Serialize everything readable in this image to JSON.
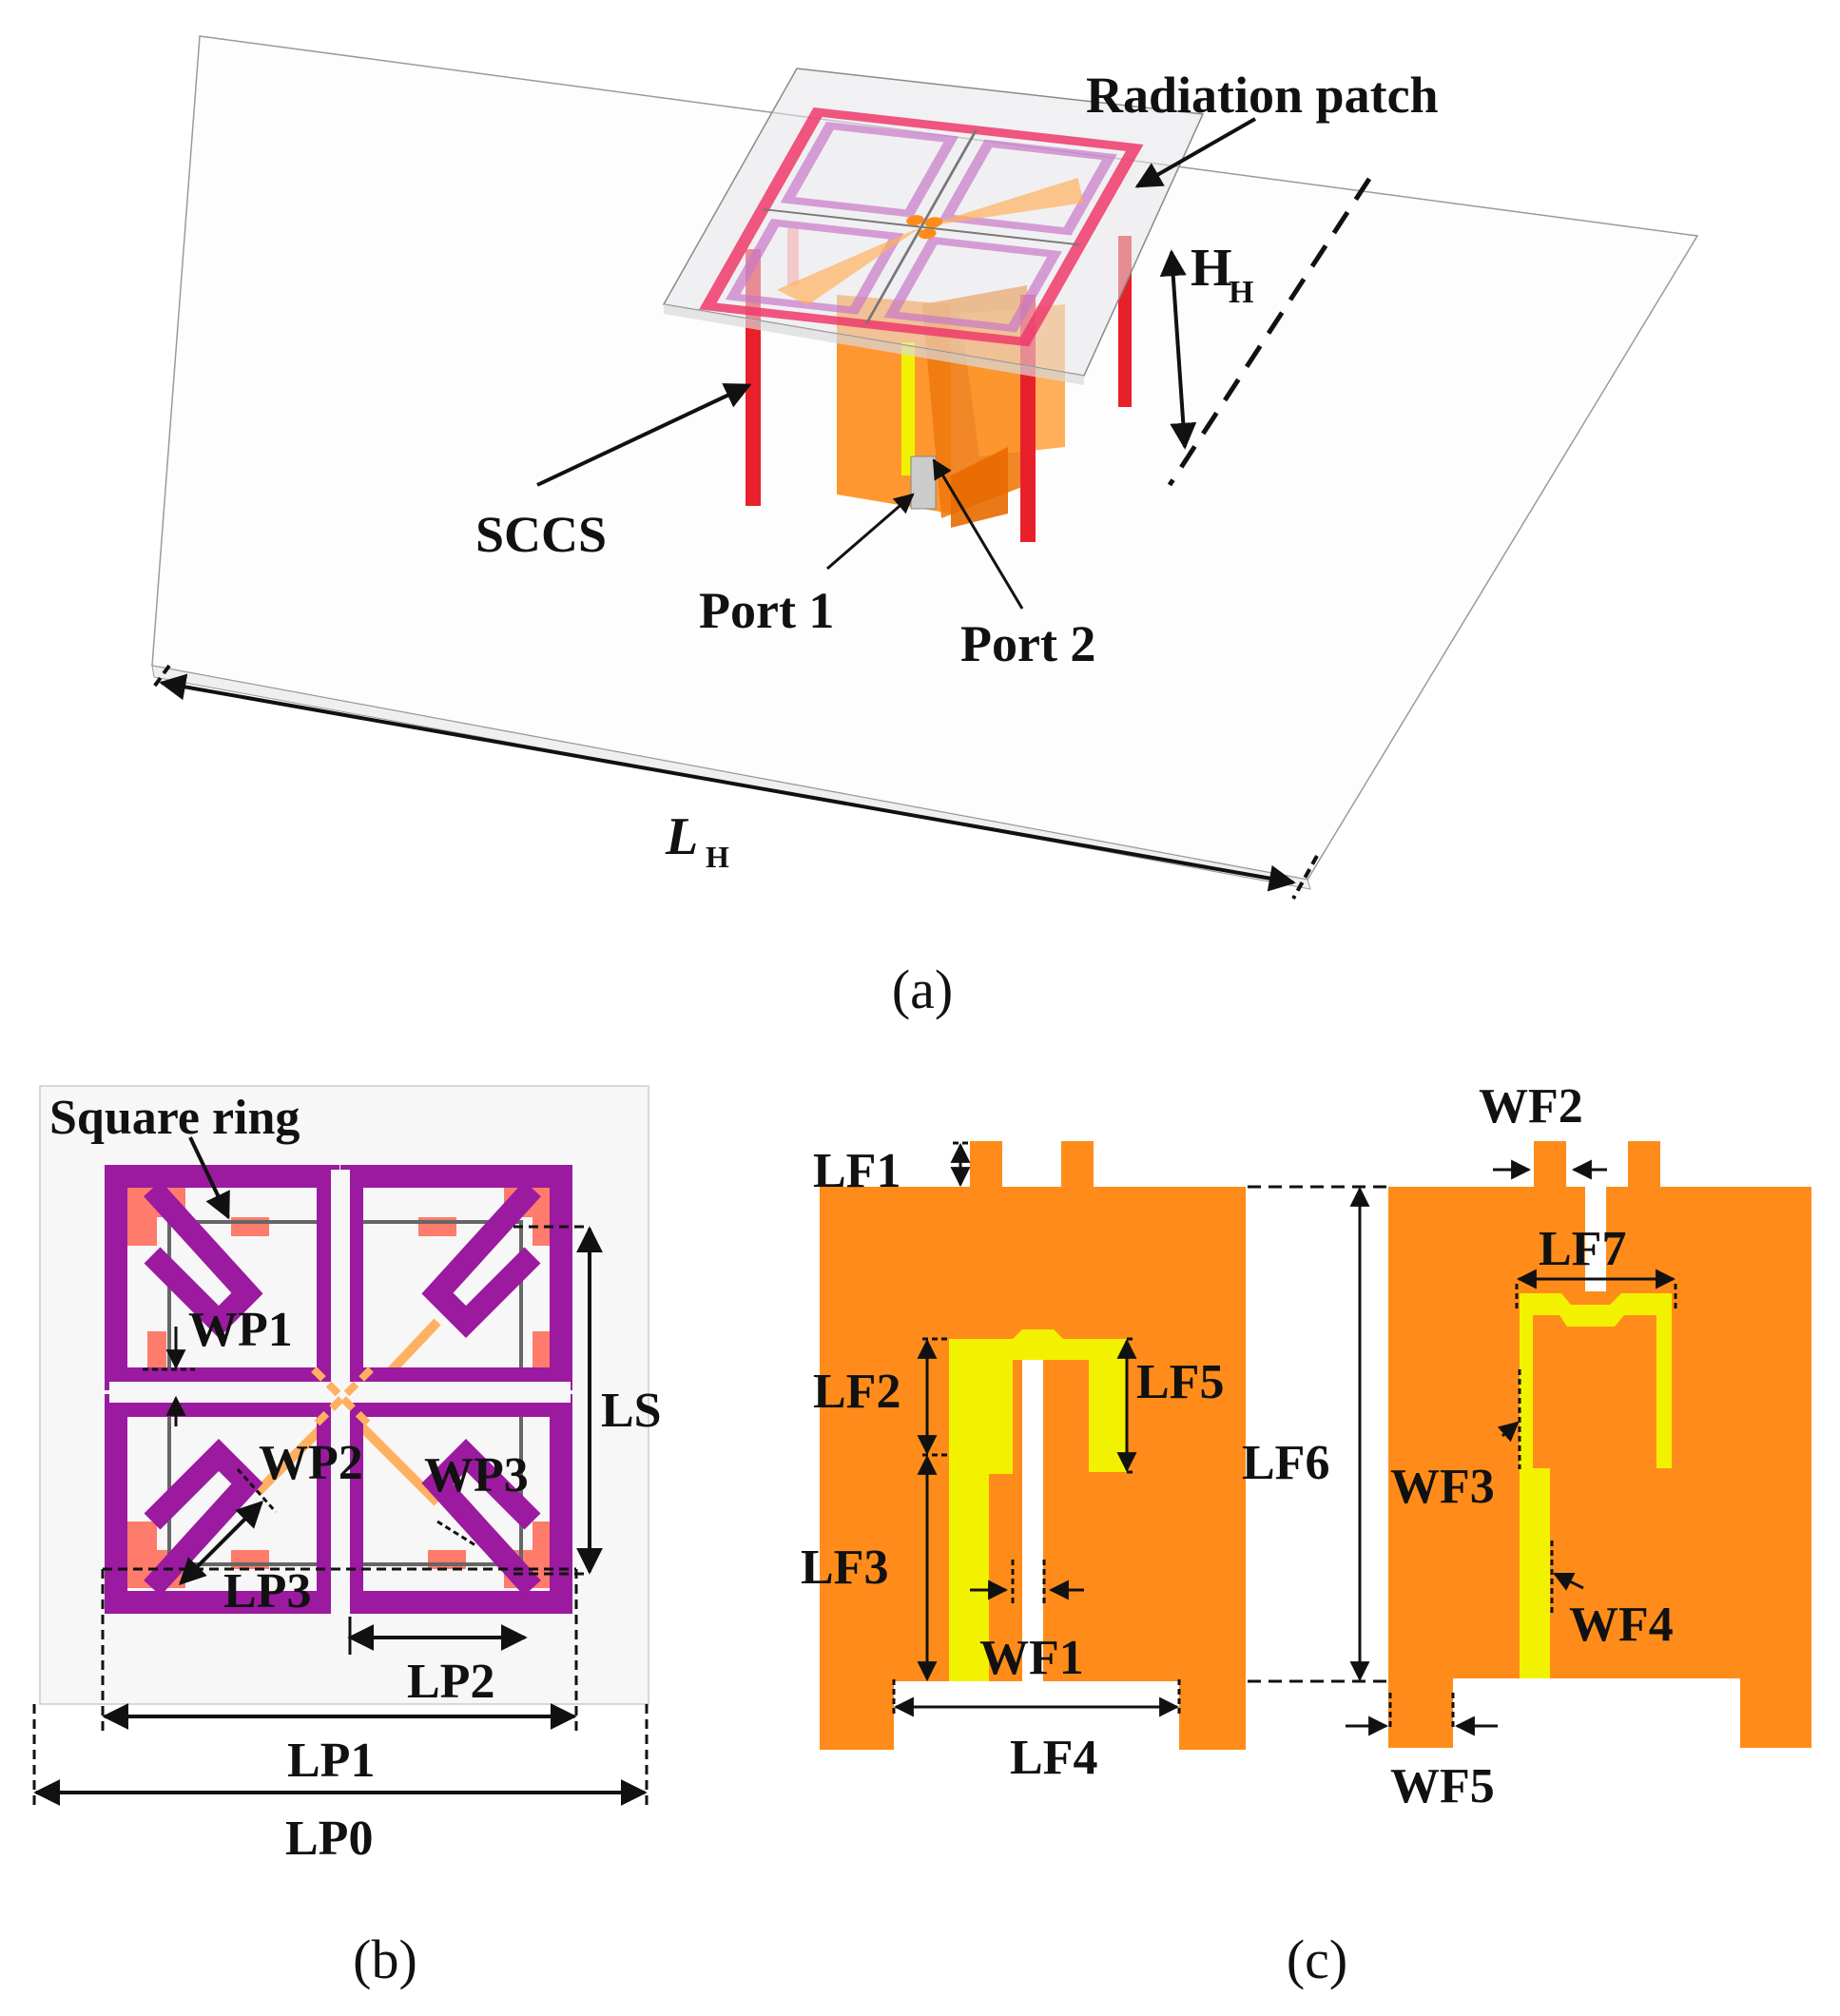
{
  "figure": {
    "panel_a": {
      "caption": "(a)",
      "labels": {
        "radiation_patch": "Radiation patch",
        "hh": "H",
        "hh_sub": "H",
        "sccs": "SCCS",
        "port1": "Port 1",
        "port2": "Port 2",
        "lh": "L",
        "lh_sub": "H"
      }
    },
    "panel_b": {
      "caption": "(b)",
      "labels": {
        "square_ring": "Square ring",
        "wp1": "WP1",
        "wp2": "WP2",
        "wp3": "WP3",
        "lp3": "LP3",
        "lp2": "LP2",
        "lp1": "LP1",
        "lp0": "LP0",
        "ls": "LS"
      }
    },
    "panel_c": {
      "caption": "(c)",
      "labels": {
        "lf1": "LF1",
        "lf2": "LF2",
        "lf3": "LF3",
        "lf4": "LF4",
        "lf5": "LF5",
        "lf6": "LF6",
        "lf7": "LF7",
        "wf1": "WF1",
        "wf2": "WF2",
        "wf3": "WF3",
        "wf4": "WF4",
        "wf5": "WF5"
      }
    }
  },
  "colors": {
    "orange": "#ff8c1a",
    "yellow": "#f2f200",
    "purple": "#9b1aa0",
    "salmon": "#ff7b6b",
    "red_post": "#e8202a",
    "substrate": "#f7f7f7"
  }
}
